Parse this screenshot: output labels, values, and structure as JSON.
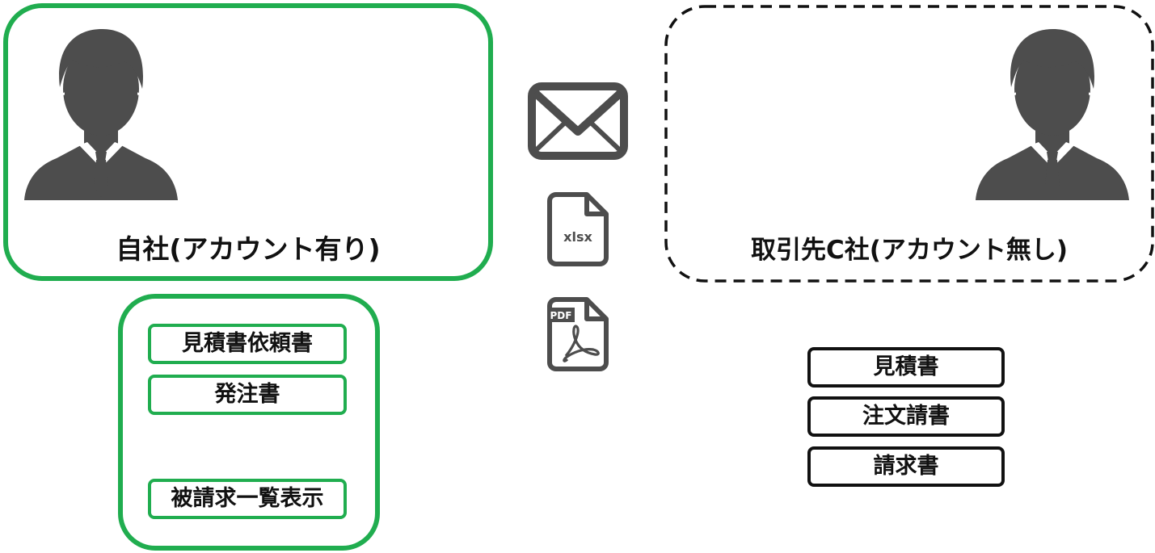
{
  "own_company": {
    "title": "自社(アカウント有り)",
    "documents": [
      "見積書依頼書",
      "発注書",
      "被請求一覧表示"
    ]
  },
  "partner_company": {
    "title": "取引先C社(アカウント無し)",
    "documents": [
      "見積書",
      "注文請書",
      "請求書"
    ]
  },
  "channel": {
    "icons": [
      "envelope-icon",
      "xlsx-file-icon",
      "pdf-file-icon"
    ],
    "xlsx_label": "xlsx",
    "pdf_label": "PDF"
  },
  "colors": {
    "accent_green": "#20ad4f",
    "icon_gray": "#4d4d4d",
    "outline_black": "#111111"
  }
}
